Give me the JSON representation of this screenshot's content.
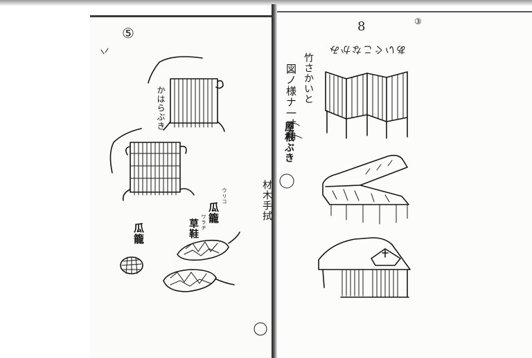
{
  "left_page": {
    "folio": "⑤",
    "labels": {
      "mat_top": "かはらぶき",
      "basket_small": "瓜籠",
      "basket_large": "瓜籠",
      "sandal": "草鞋",
      "sandal_reading": "ワラヂ",
      "basket_reading": "ウリコ"
    }
  },
  "right_page": {
    "folio": "8",
    "corner_mark": "③",
    "heading": "あいぐこなかみ",
    "notes": [
      "図ノ様ナ一寸角",
      "屋根ぶき",
      "材木手拭"
    ],
    "side_note": "竹さかいと"
  }
}
